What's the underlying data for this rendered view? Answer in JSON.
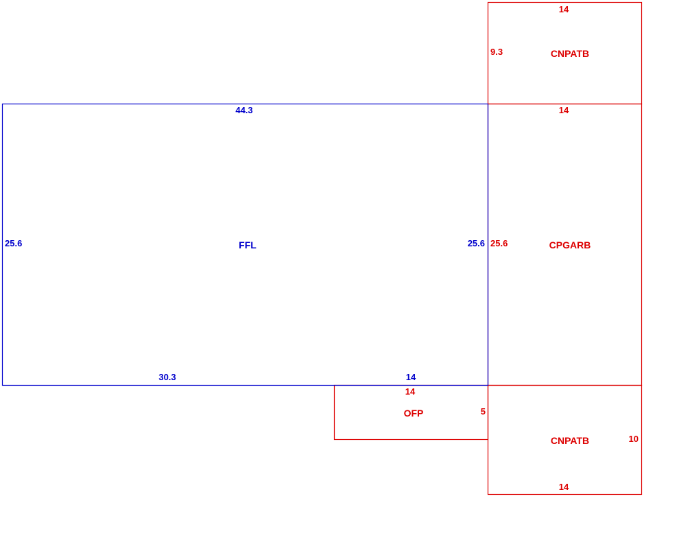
{
  "colors": {
    "background": "#ffffff",
    "living_area": "#0000cc",
    "non_living_area": "#dd0000"
  },
  "areas": {
    "ffl": {
      "name": "FFL",
      "dimensions": {
        "top": "44.3",
        "left": "25.6",
        "right": "25.6",
        "bottom_left": "30.3",
        "bottom_right": "14"
      }
    },
    "cnpatb_top": {
      "name": "CNPATB",
      "dimensions": {
        "top": "14",
        "left": "9.3"
      }
    },
    "cpgarb": {
      "name": "CPGARB",
      "dimensions": {
        "top": "14",
        "left": "25.6"
      }
    },
    "ofp": {
      "name": "OFP",
      "dimensions": {
        "top": "14",
        "right": "5"
      }
    },
    "cnpatb_bottom": {
      "name": "CNPATB",
      "dimensions": {
        "right": "10",
        "bottom": "14"
      }
    }
  }
}
